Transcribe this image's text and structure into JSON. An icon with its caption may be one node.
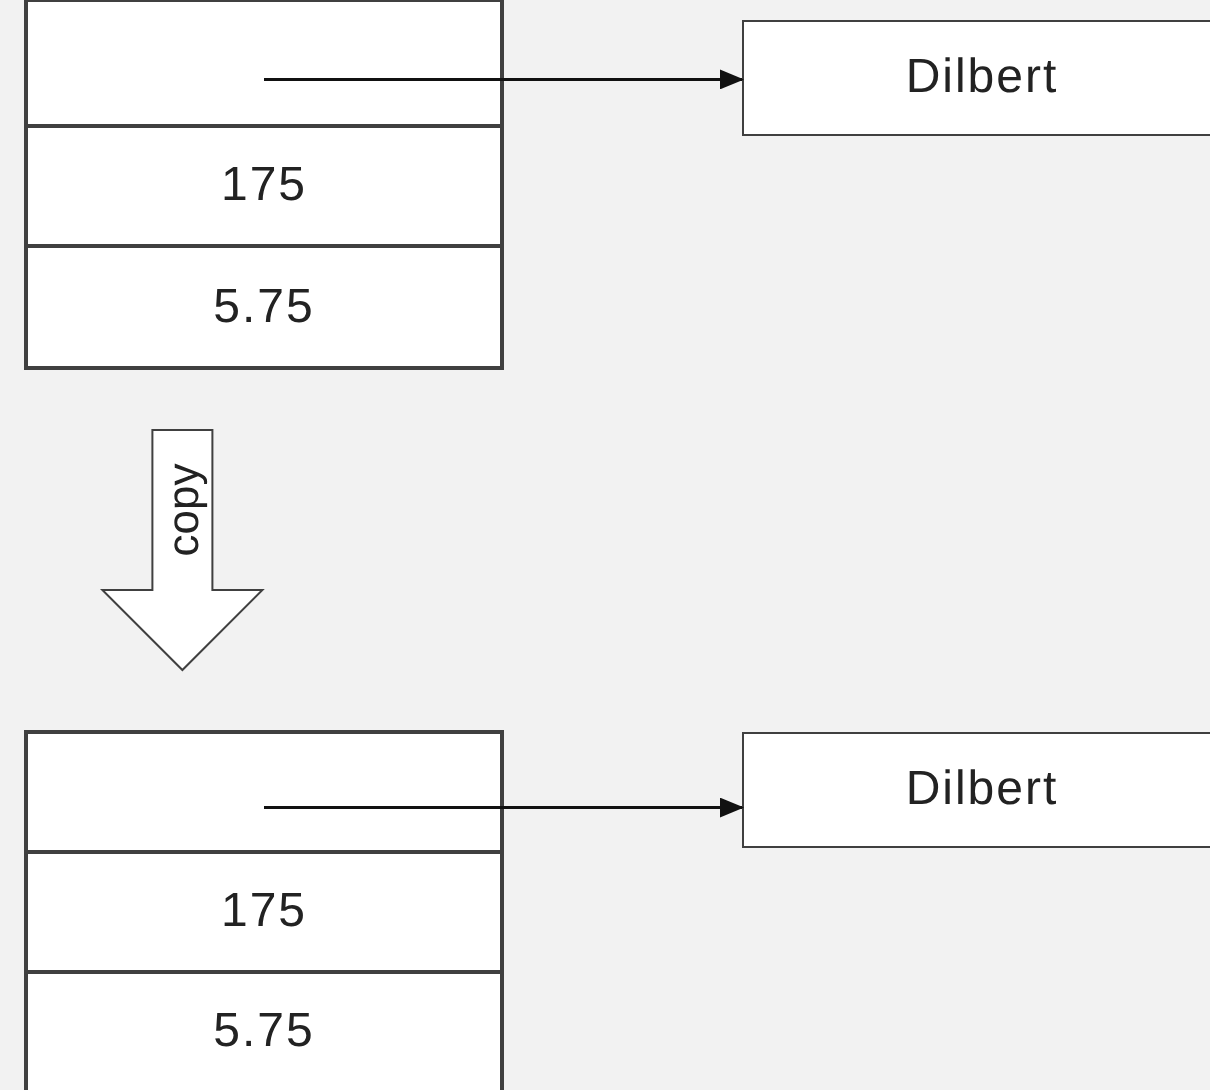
{
  "diagram": {
    "nodes": [
      {
        "text": [],
        "shape": "box"
      },
      {
        "text": [],
        "shape": "box",
        "in": 0
      },
      {
        "text": [
          "175"
        ],
        "in": 0
      },
      {
        "text": [
          "5.75"
        ],
        "in": 0
      },
      {
        "text": [
          "Dilbert"
        ]
      },
      {
        "text": [],
        "shape": "box"
      },
      {
        "text": [],
        "shape": "box",
        "in": 5
      },
      {
        "text": [
          "175"
        ],
        "in": 5
      },
      {
        "text": [
          "5.75"
        ],
        "in": 5
      },
      {
        "text": [
          "Dilbert"
        ]
      }
    ],
    "edges": [
      {
        "from": 1,
        "to": 4,
        "arrow": "to"
      },
      {
        "from": 6,
        "to": 9,
        "arrow": "to"
      },
      {
        "from": 0,
        "to": 5,
        "arrow": "to",
        "label": "copy",
        "style": "thick"
      }
    ]
  }
}
